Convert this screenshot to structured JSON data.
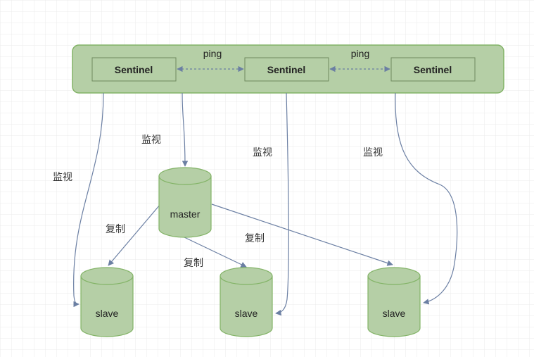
{
  "colors": {
    "fill": "#b5cfa6",
    "stroke": "#82b366",
    "edge": "#6b7fa3",
    "grid": "#ebebeb"
  },
  "cluster": {
    "sentinels": [
      "Sentinel",
      "Sentinel",
      "Sentinel"
    ],
    "ping_labels": [
      "ping",
      "ping"
    ]
  },
  "master": {
    "label": "master"
  },
  "slaves": [
    "slave",
    "slave",
    "slave"
  ],
  "monitor_labels": [
    "监视",
    "监视",
    "监视",
    "监视"
  ],
  "replicate_labels": [
    "复制",
    "复制",
    "复制"
  ]
}
